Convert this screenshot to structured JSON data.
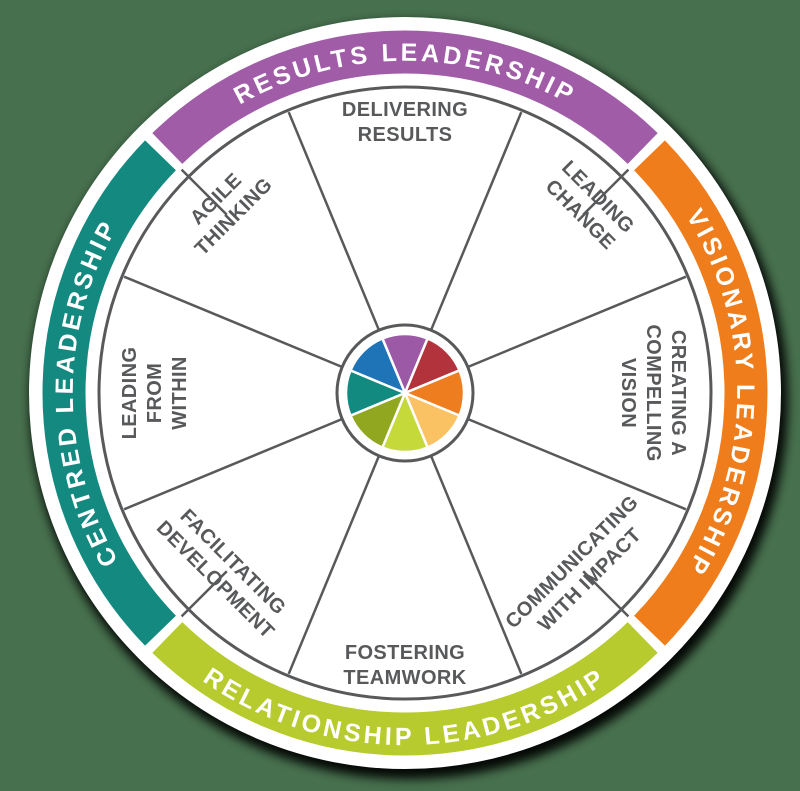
{
  "background_color": "#47704E",
  "line_color": "#58595B",
  "label_color": "#58595B",
  "outer_ring": {
    "text_color": "#FFFFFF",
    "groups": [
      {
        "name": "results",
        "label": "RESULTS LEADERSHIP",
        "color": "#A05CA7",
        "position": "top"
      },
      {
        "name": "visionary",
        "label": "VISIONARY LEADERSHIP",
        "color": "#EF7D1C",
        "position": "right"
      },
      {
        "name": "relationship",
        "label": "RELATIONSHIP LEADERSHIP",
        "color": "#B7CB2F",
        "position": "bottom"
      },
      {
        "name": "centred",
        "label": "CENTRED LEADERSHIP",
        "color": "#14897F",
        "position": "left"
      }
    ]
  },
  "segments": [
    {
      "name": "delivering-results",
      "label": "DELIVERING RESULTS",
      "lines": [
        "DELIVERING",
        "RESULTS"
      ]
    },
    {
      "name": "leading-change",
      "label": "LEADING CHANGE",
      "lines": [
        "LEADING",
        "CHANGE"
      ]
    },
    {
      "name": "creating-a-compelling-vision",
      "label": "CREATING A COMPELLING VISION",
      "lines": [
        "CREATING A",
        "COMPELLING",
        "VISION"
      ]
    },
    {
      "name": "communicating-with-impact",
      "label": "COMMUNICATING WITH IMPACT",
      "lines": [
        "COMMUNICATING",
        "WITH IMPACT"
      ]
    },
    {
      "name": "fostering-teamwork",
      "label": "FOSTERING TEAMWORK",
      "lines": [
        "FOSTERING",
        "TEAMWORK"
      ]
    },
    {
      "name": "facilitating-development",
      "label": "FACILITATING DEVELOPMENT",
      "lines": [
        "FACILITATING",
        "DEVELOPMENT"
      ]
    },
    {
      "name": "leading-from-within",
      "label": "LEADING FROM WITHIN",
      "lines": [
        "LEADING",
        "FROM",
        "WITHIN"
      ]
    },
    {
      "name": "agile-thinking",
      "label": "AGILE THINKING",
      "lines": [
        "AGILE",
        "THINKING"
      ]
    }
  ],
  "center_pie": {
    "slices": [
      {
        "name": "delivering-results",
        "color": "#9C59A5"
      },
      {
        "name": "leading-change",
        "color": "#B2333B"
      },
      {
        "name": "creating-a-compelling-vision",
        "color": "#EE7D20"
      },
      {
        "name": "communicating-with-impact",
        "color": "#FBC263"
      },
      {
        "name": "fostering-teamwork",
        "color": "#C5D93B"
      },
      {
        "name": "facilitating-development",
        "color": "#91A71F"
      },
      {
        "name": "leading-from-within",
        "color": "#128A7F"
      },
      {
        "name": "agile-thinking",
        "color": "#1F73B7"
      }
    ]
  }
}
